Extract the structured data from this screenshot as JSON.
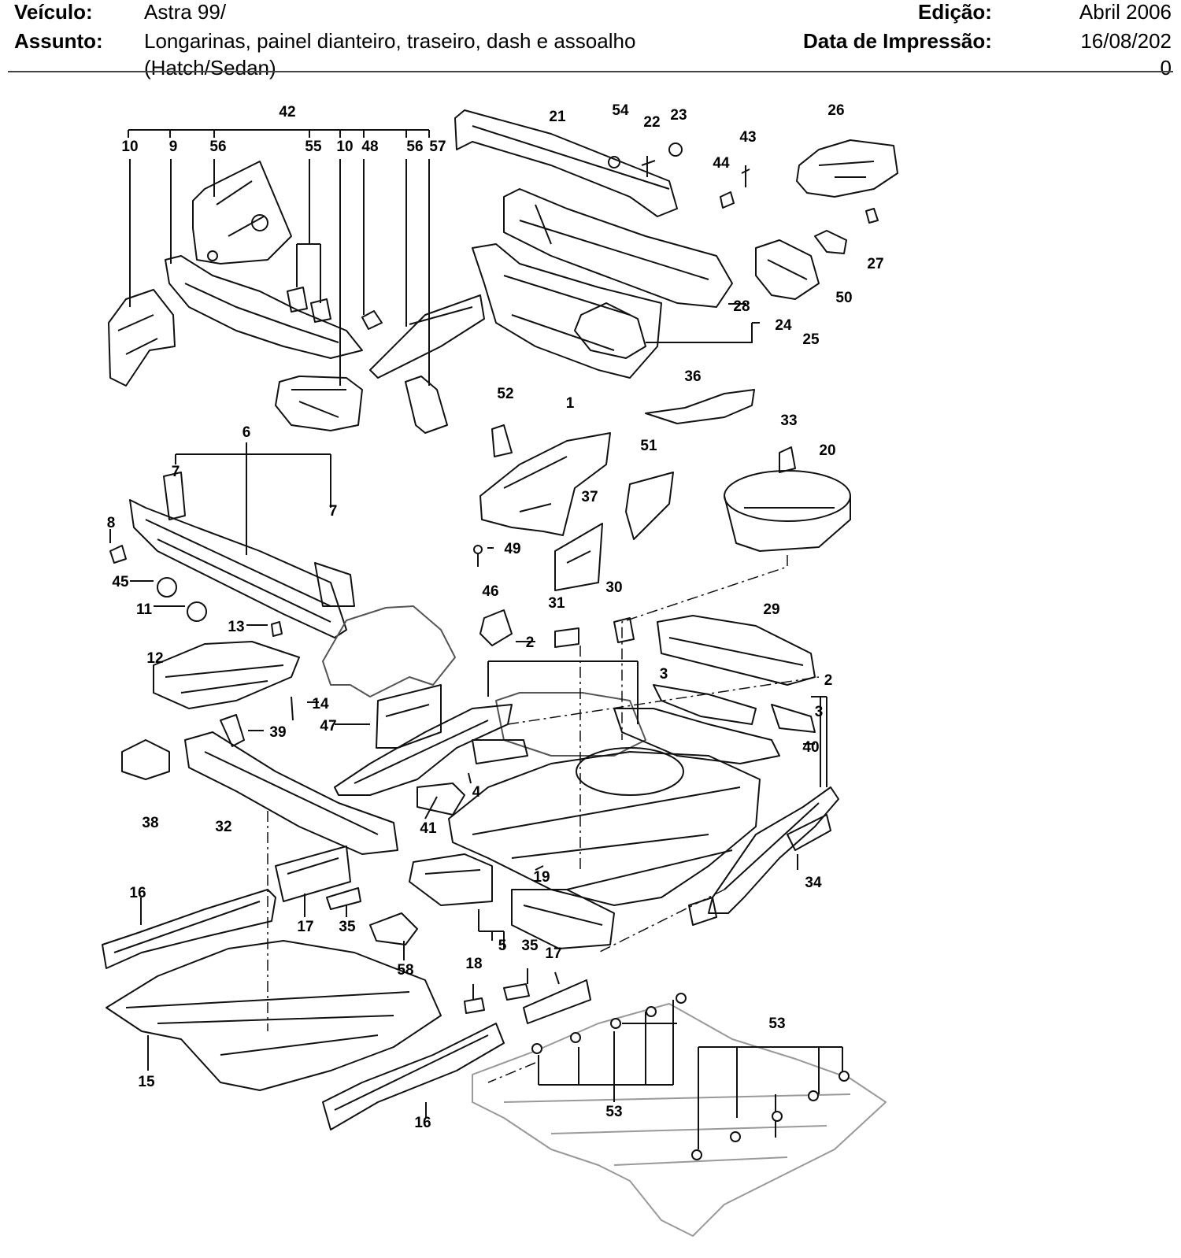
{
  "header": {
    "vehicle_label": "Veículo:",
    "vehicle_value": "Astra 99/",
    "subject_label": "Assunto:",
    "subject_line1": "Longarinas, painel dianteiro, traseiro, dash e assoalho",
    "subject_line2": "(Hatch/Sedan)",
    "edition_label": "Edição:",
    "edition_value": "Abril 2006",
    "print_date_label": "Data de Impressão:",
    "print_date_line1": "16/08/202",
    "print_date_line2": "0"
  },
  "diagram": {
    "callouts": [
      "42",
      "10",
      "9",
      "56",
      "55",
      "10",
      "48",
      "56",
      "57",
      "21",
      "54",
      "22",
      "23",
      "44",
      "43",
      "26",
      "27",
      "50",
      "28",
      "24",
      "25",
      "36",
      "52",
      "1",
      "33",
      "20",
      "51",
      "6",
      "7",
      "7",
      "8",
      "37",
      "49",
      "45",
      "11",
      "46",
      "31",
      "30",
      "29",
      "13",
      "12",
      "2",
      "3",
      "14",
      "47",
      "39",
      "2",
      "3",
      "40",
      "4",
      "38",
      "32",
      "41",
      "34",
      "19",
      "16",
      "17",
      "35",
      "58",
      "5",
      "18",
      "35",
      "17",
      "53",
      "15",
      "53",
      "16"
    ]
  }
}
